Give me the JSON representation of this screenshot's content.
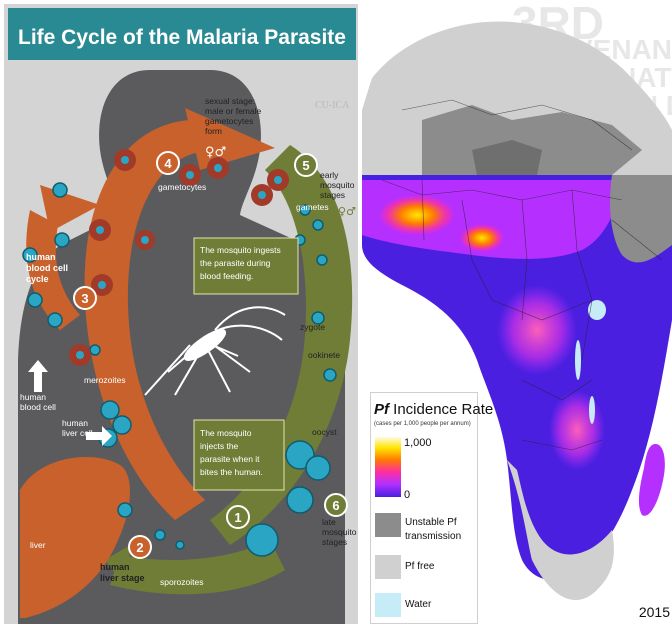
{
  "left": {
    "title": "Life Cycle of the Malaria Parasite",
    "watermark": "CU-ICA",
    "colors": {
      "header": "#2a8a94",
      "arrow": "#c8612b",
      "green": "#6f7d37",
      "cell": "#2aa6c4",
      "rbc": "#a23a2a"
    },
    "labels": {
      "stage4_head": "sexual stage:",
      "stage4_a": "male or female",
      "stage4_b": "gametocytes",
      "stage4_c": "form",
      "gametocytes": "gametocytes",
      "early_a": "early",
      "early_b": "mosquito",
      "early_c": "stages",
      "gametes": "gametes",
      "human_a": "human",
      "human_b": "blood cell",
      "human_c": "cycle",
      "ingest_a": "The mosquito ingests",
      "ingest_b": "the parasite during",
      "ingest_c": "blood feeding.",
      "zygote": "zygote",
      "ookinete": "ookinete",
      "hbc_a": "human",
      "hbc_b": "blood cell",
      "merozoites": "merozoites",
      "hlc_a": "human",
      "hlc_b": "liver cell",
      "inject_a": "The mosquito",
      "inject_b": "injects the",
      "inject_c": "parasite when it",
      "inject_d": "bites the human.",
      "oocyst": "oocyst",
      "liver": "liver",
      "late_a": "late",
      "late_b": "mosquito",
      "late_c": "stages",
      "hls_a": "human",
      "hls_b": "liver stage",
      "sporozoites": "sporozoites"
    },
    "steps": [
      "1",
      "2",
      "3",
      "4",
      "5",
      "6"
    ]
  },
  "right": {
    "watermark_a": "3RD",
    "watermark_b": "COVENANT",
    "watermark_c": "INTERNATI",
    "watermark_d": "AFRICAN D",
    "legend": {
      "title_italic": "Pf",
      "title_rest": " Incidence Rate",
      "subtitle": "(cases per 1,000 people per annum)",
      "max": "1,000",
      "min": "0",
      "unstable_a": "Unstable Pf",
      "unstable_b": "transmission",
      "free": "Pf free",
      "water": "Water"
    },
    "year": "2015",
    "colors": {
      "unstable": "#8c8c8c",
      "free": "#d0d0d0",
      "water": "#c6ecf7",
      "low": "#4b1fe0",
      "mid": "#b530ff",
      "high": "#ff2fa0",
      "peak": "#ffe600"
    }
  }
}
